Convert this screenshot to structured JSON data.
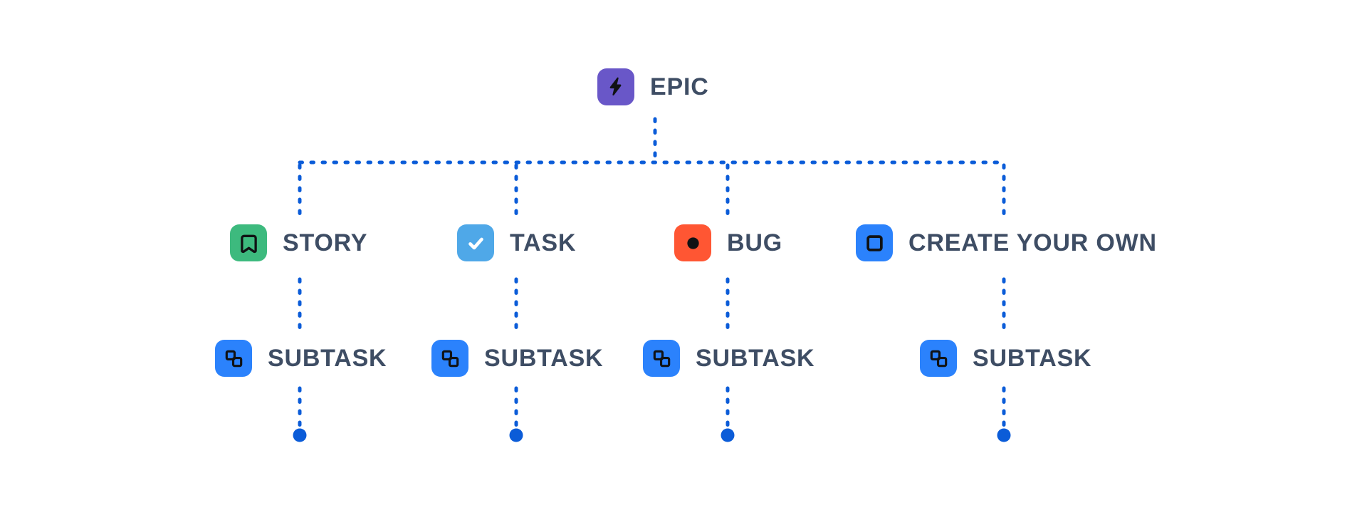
{
  "diagram": {
    "root": {
      "label": "EPIC",
      "icon": "lightning-bolt-icon"
    },
    "branches": [
      {
        "label": "STORY",
        "icon": "bookmark-icon",
        "child": {
          "label": "SUBTASK",
          "icon": "subtask-squares-icon"
        }
      },
      {
        "label": "TASK",
        "icon": "checkmark-icon",
        "child": {
          "label": "SUBTASK",
          "icon": "subtask-squares-icon"
        }
      },
      {
        "label": "BUG",
        "icon": "filled-circle-icon",
        "child": {
          "label": "SUBTASK",
          "icon": "subtask-squares-icon"
        }
      },
      {
        "label": "CREATE YOUR OWN",
        "icon": "square-outline-icon",
        "child": {
          "label": "SUBTASK",
          "icon": "subtask-squares-icon"
        }
      }
    ]
  },
  "colors": {
    "epic_purple": "#6957C8",
    "story_green": "#3DBA7E",
    "task_blue": "#4FA8E8",
    "bug_red": "#FF5633",
    "action_blue": "#2B82FC",
    "connector_blue": "#0B5CD8",
    "glyph_dark": "#101214",
    "check_white": "#FFFFFF",
    "label_text": "#3E4D64",
    "background": "#FFFFFF"
  }
}
